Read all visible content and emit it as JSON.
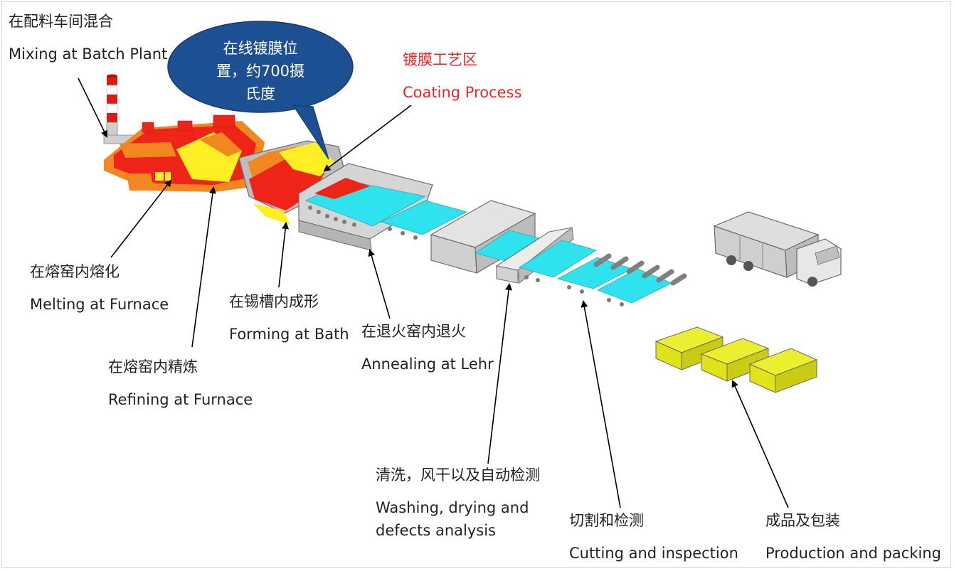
{
  "colors": {
    "furnace": "#ee2418",
    "furnace_orange": "#f2871f",
    "molten": "#ffee22",
    "glass": "#2ee3ee",
    "gray": "#cfcfcf",
    "block": "#dfe318",
    "bubble": "#1d4f93",
    "coating_red": "#e8262a"
  },
  "bubble": {
    "text_line1": "在线镀膜位",
    "text_line2": "置，约700摄",
    "text_line3": "氏度"
  },
  "labels": {
    "mixing_cn": "在配料车间混合",
    "mixing_en": "Mixing at Batch Plant",
    "coating_cn": "镀膜工艺区",
    "coating_en": "Coating Process",
    "melting_cn": "在熔窑内熔化",
    "melting_en": "Melting at Furnace",
    "forming_cn": "在锡槽内成形",
    "forming_en": "Forming at Bath",
    "annealing_cn": "在退火窑内退火",
    "annealing_en": "Annealing at Lehr",
    "refining_cn": "在熔窑内精炼",
    "refining_en": "Refining  at Furnace",
    "washing_cn": "清洗，风干以及自动检测",
    "washing_en1": "Washing, drying and",
    "washing_en2": "defects analysis",
    "cutting_cn": "切割和检测",
    "cutting_en": "Cutting and inspection",
    "packing_cn": "成品及包装",
    "packing_en": "Production and packing"
  },
  "icons": [
    "chimney",
    "furnace",
    "tin-bath",
    "annealing-lehr",
    "washing-unit",
    "cutting-bridge",
    "roller-table",
    "truck",
    "packed-boxes"
  ]
}
